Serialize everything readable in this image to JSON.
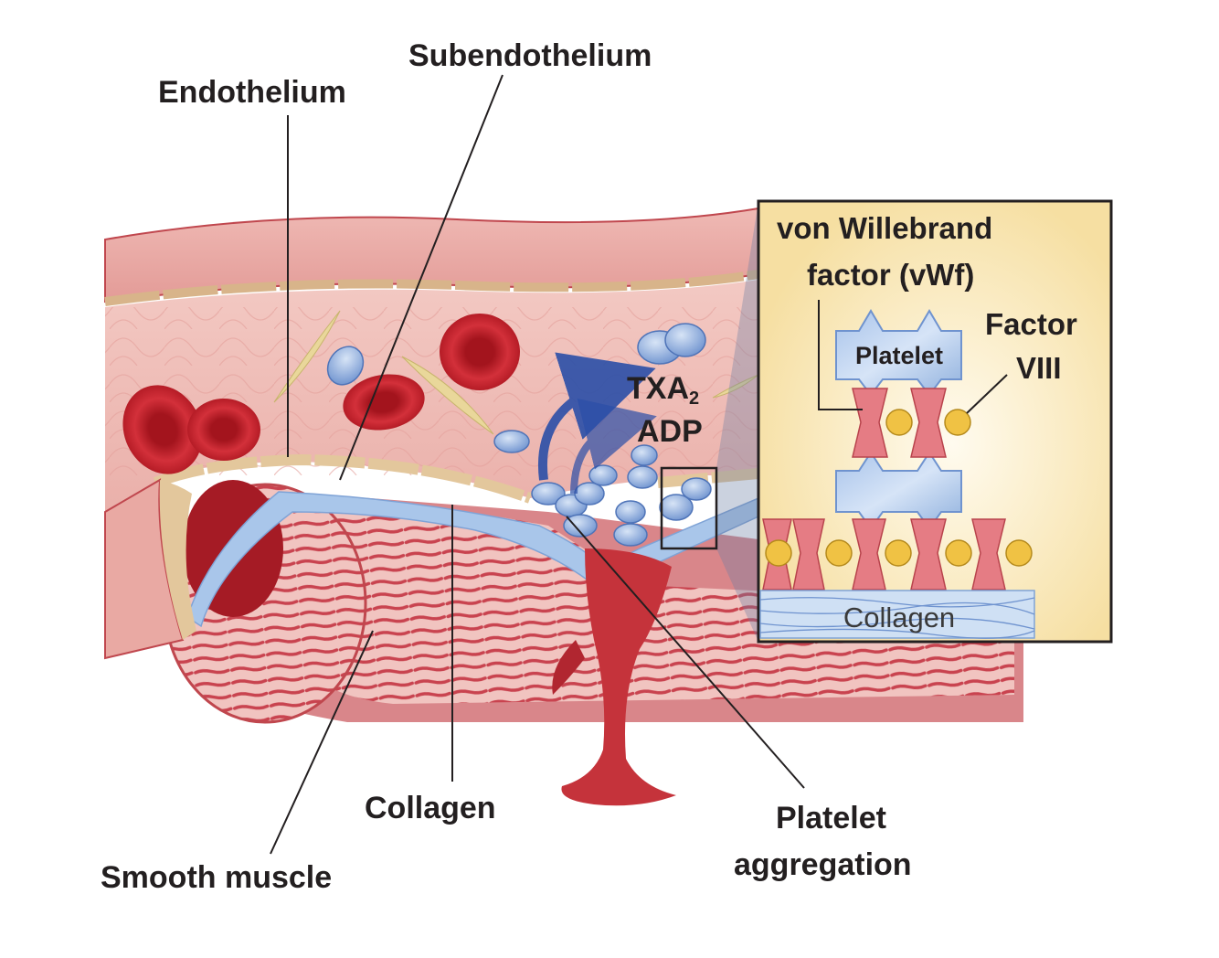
{
  "colors": {
    "vessel_wall": "#e7a9a4",
    "vessel_dark": "#c0474e",
    "red_cell": "#c8222c",
    "platelet": "#8fb0dd",
    "collagen_layer": "#a9c6ea",
    "inset_bg": "#f7e3ab",
    "vwf": "#e57c84",
    "factor_viii": "#f0c244",
    "arrow": "#2b4fa8"
  },
  "labels": {
    "endothelium": "Endothelium",
    "subendothelium": "Subendothelium",
    "txa2_main": "TXA",
    "txa2_sub": "2",
    "adp": "ADP",
    "collagen": "Collagen",
    "smooth_muscle": "Smooth muscle",
    "platelet_aggregation_1": "Platelet",
    "platelet_aggregation_2": "aggregation"
  },
  "inset": {
    "vwf_1": "von  Willebrand",
    "vwf_2": "factor (vWf)",
    "factor_viii_1": "Factor",
    "factor_viii_2": "VIII",
    "platelet": "Platelet",
    "collagen": "Collagen"
  }
}
